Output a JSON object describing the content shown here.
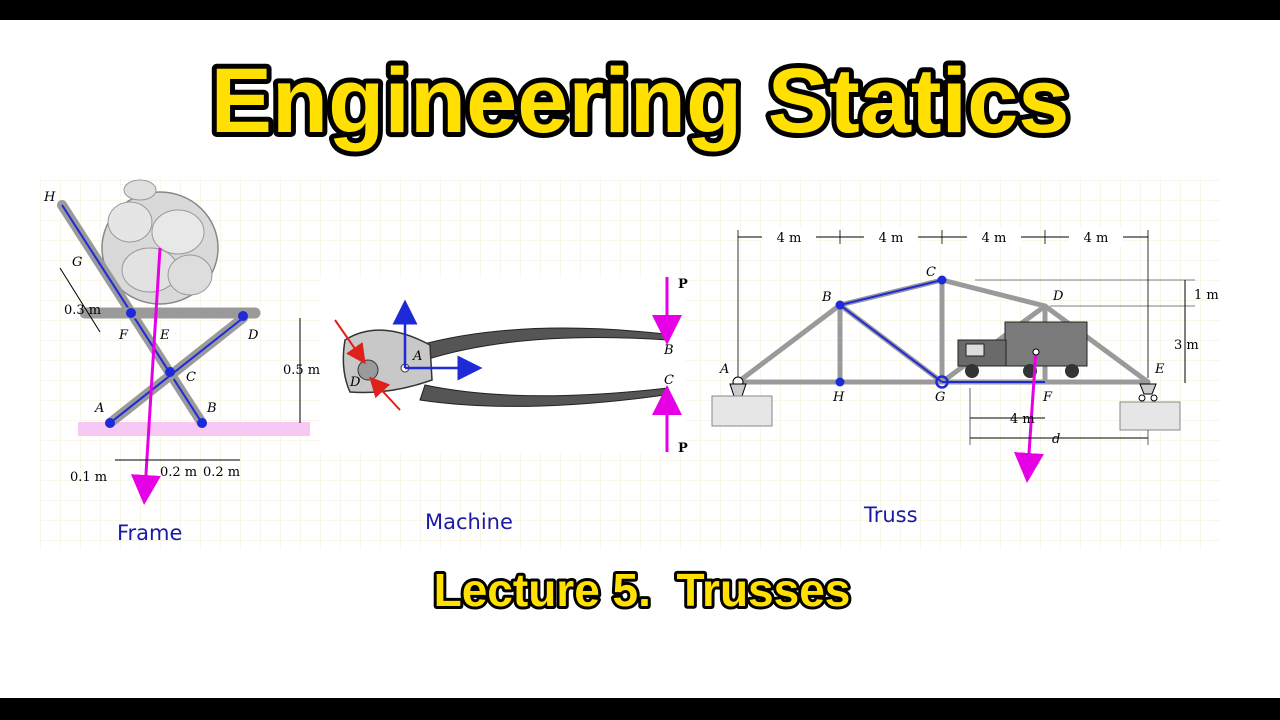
{
  "title": "Engineering Statics",
  "subtitle": "Lecture 5.  Trusses",
  "captions": {
    "frame": "Frame",
    "machine": "Machine",
    "truss": "Truss"
  },
  "frame_figure": {
    "points": [
      "H",
      "G",
      "F",
      "E",
      "D",
      "C",
      "A",
      "B"
    ],
    "dims": {
      "d1": "0.3 m",
      "d2": "0.5 m",
      "d3": "0.1 m",
      "d4": "0.2 m",
      "d5": "0.2 m"
    }
  },
  "machine_figure": {
    "points": [
      "A",
      "B",
      "C",
      "D"
    ],
    "loads": {
      "top": "P",
      "bottom": "P"
    }
  },
  "truss_figure": {
    "points": [
      "A",
      "B",
      "C",
      "D",
      "E",
      "F",
      "G",
      "H"
    ],
    "dims": {
      "s1": "4 m",
      "s2": "4 m",
      "s3": "4 m",
      "s4": "4 m",
      "h1": "1 m",
      "h2": "3 m",
      "f": "4 m",
      "d": "d"
    }
  },
  "colors": {
    "title_fill": "#FFE000",
    "force_arrow": "#E600E6",
    "highlight": "#1E2AD8",
    "handwriting": "#1A1AA8",
    "reaction_red": "#E0201A"
  }
}
